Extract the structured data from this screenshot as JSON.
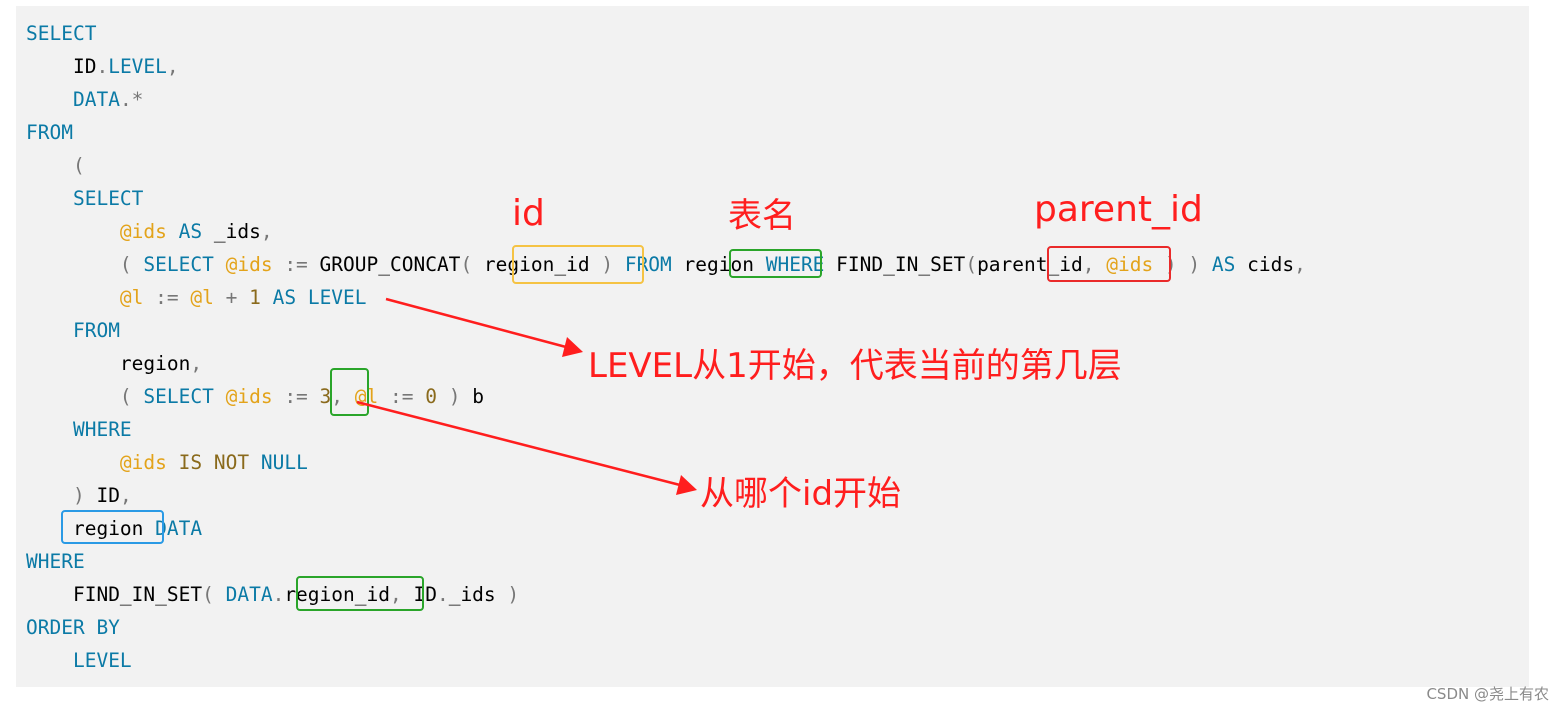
{
  "code": {
    "lines": [
      [
        {
          "t": "SELECT",
          "c": "kw"
        }
      ],
      [
        {
          "t": "    ",
          "c": "plain"
        },
        {
          "t": "ID",
          "c": "plain"
        },
        {
          "t": ".",
          "c": "op"
        },
        {
          "t": "LEVEL",
          "c": "kw"
        },
        {
          "t": ",",
          "c": "op"
        }
      ],
      [
        {
          "t": "    ",
          "c": "plain"
        },
        {
          "t": "DATA",
          "c": "kw"
        },
        {
          "t": ".*",
          "c": "op"
        }
      ],
      [
        {
          "t": "FROM",
          "c": "kw"
        }
      ],
      [
        {
          "t": "    ",
          "c": "plain"
        },
        {
          "t": "(",
          "c": "op"
        }
      ],
      [
        {
          "t": "    ",
          "c": "plain"
        },
        {
          "t": "SELECT",
          "c": "kw"
        }
      ],
      [
        {
          "t": "        ",
          "c": "plain"
        },
        {
          "t": "@ids",
          "c": "var"
        },
        {
          "t": " ",
          "c": "plain"
        },
        {
          "t": "AS",
          "c": "kw"
        },
        {
          "t": " _ids",
          "c": "plain"
        },
        {
          "t": ",",
          "c": "op"
        }
      ],
      [
        {
          "t": "        ",
          "c": "plain"
        },
        {
          "t": "( ",
          "c": "op"
        },
        {
          "t": "SELECT",
          "c": "kw"
        },
        {
          "t": " ",
          "c": "plain"
        },
        {
          "t": "@ids",
          "c": "var"
        },
        {
          "t": " := ",
          "c": "op"
        },
        {
          "t": "GROUP_CONCAT",
          "c": "plain"
        },
        {
          "t": "( ",
          "c": "op"
        },
        {
          "t": "region_id",
          "c": "plain"
        },
        {
          "t": " ) ",
          "c": "op"
        },
        {
          "t": "FROM",
          "c": "kw"
        },
        {
          "t": " region ",
          "c": "plain"
        },
        {
          "t": "WHERE",
          "c": "kw"
        },
        {
          "t": " FIND_IN_SET",
          "c": "plain"
        },
        {
          "t": "(",
          "c": "op"
        },
        {
          "t": "parent_id",
          "c": "plain"
        },
        {
          "t": ", ",
          "c": "op"
        },
        {
          "t": "@ids",
          "c": "var"
        },
        {
          "t": " ) ) ",
          "c": "op"
        },
        {
          "t": "AS",
          "c": "kw"
        },
        {
          "t": " cids",
          "c": "plain"
        },
        {
          "t": ",",
          "c": "op"
        }
      ],
      [
        {
          "t": "        ",
          "c": "plain"
        },
        {
          "t": "@l",
          "c": "var"
        },
        {
          "t": " := ",
          "c": "op"
        },
        {
          "t": "@l",
          "c": "var"
        },
        {
          "t": " + ",
          "c": "op"
        },
        {
          "t": "1",
          "c": "num"
        },
        {
          "t": " ",
          "c": "plain"
        },
        {
          "t": "AS",
          "c": "kw"
        },
        {
          "t": " ",
          "c": "plain"
        },
        {
          "t": "LEVEL",
          "c": "kw"
        }
      ],
      [
        {
          "t": "    ",
          "c": "plain"
        },
        {
          "t": "FROM",
          "c": "kw"
        }
      ],
      [
        {
          "t": "        ",
          "c": "plain"
        },
        {
          "t": "region",
          "c": "plain"
        },
        {
          "t": ",",
          "c": "op"
        }
      ],
      [
        {
          "t": "        ",
          "c": "plain"
        },
        {
          "t": "( ",
          "c": "op"
        },
        {
          "t": "SELECT",
          "c": "kw"
        },
        {
          "t": " ",
          "c": "plain"
        },
        {
          "t": "@ids",
          "c": "var"
        },
        {
          "t": " := ",
          "c": "op"
        },
        {
          "t": "3",
          "c": "num"
        },
        {
          "t": ", ",
          "c": "op"
        },
        {
          "t": "@l",
          "c": "var"
        },
        {
          "t": " := ",
          "c": "op"
        },
        {
          "t": "0",
          "c": "num"
        },
        {
          "t": " ) ",
          "c": "op"
        },
        {
          "t": "b",
          "c": "plain"
        }
      ],
      [
        {
          "t": "    ",
          "c": "plain"
        },
        {
          "t": "WHERE",
          "c": "kw"
        }
      ],
      [
        {
          "t": "        ",
          "c": "plain"
        },
        {
          "t": "@ids",
          "c": "var"
        },
        {
          "t": " ",
          "c": "plain"
        },
        {
          "t": "IS NOT",
          "c": "num"
        },
        {
          "t": " ",
          "c": "plain"
        },
        {
          "t": "NULL",
          "c": "kw"
        }
      ],
      [
        {
          "t": "    ",
          "c": "plain"
        },
        {
          "t": ")",
          "c": "op"
        },
        {
          "t": " ID",
          "c": "plain"
        },
        {
          "t": ",",
          "c": "op"
        }
      ],
      [
        {
          "t": "    ",
          "c": "plain"
        },
        {
          "t": "region",
          "c": "plain"
        },
        {
          "t": " ",
          "c": "plain"
        },
        {
          "t": "DATA",
          "c": "kw"
        }
      ],
      [
        {
          "t": "WHERE",
          "c": "kw"
        }
      ],
      [
        {
          "t": "    ",
          "c": "plain"
        },
        {
          "t": "FIND_IN_SET",
          "c": "plain"
        },
        {
          "t": "( ",
          "c": "op"
        },
        {
          "t": "DATA",
          "c": "kw"
        },
        {
          "t": ".",
          "c": "op"
        },
        {
          "t": "region_id",
          "c": "plain"
        },
        {
          "t": ", ",
          "c": "op"
        },
        {
          "t": "ID",
          "c": "plain"
        },
        {
          "t": ".",
          "c": "op"
        },
        {
          "t": "_ids",
          "c": "plain"
        },
        {
          "t": " )",
          "c": "op"
        }
      ],
      [
        {
          "t": "ORDER BY",
          "c": "kw"
        }
      ],
      [
        {
          "t": "    ",
          "c": "plain"
        },
        {
          "t": "LEVEL",
          "c": "kw"
        }
      ]
    ]
  },
  "annotations": {
    "id_label": "id",
    "table_label": "表名",
    "parent_label": "parent_id",
    "level_note": "LEVEL从1开始，代表当前的第几层",
    "start_note": "从哪个id开始"
  },
  "colors": {
    "keyword": "#0b7aa6",
    "variable": "#e3a31a",
    "number": "#8a6a1c",
    "annotation": "#ff1e1e",
    "box_yellow": "#f5c344",
    "box_green": "#2aa52a",
    "box_red": "#ea2a2a",
    "box_blue": "#2a9ae5"
  },
  "watermark": "CSDN @尧上有农"
}
